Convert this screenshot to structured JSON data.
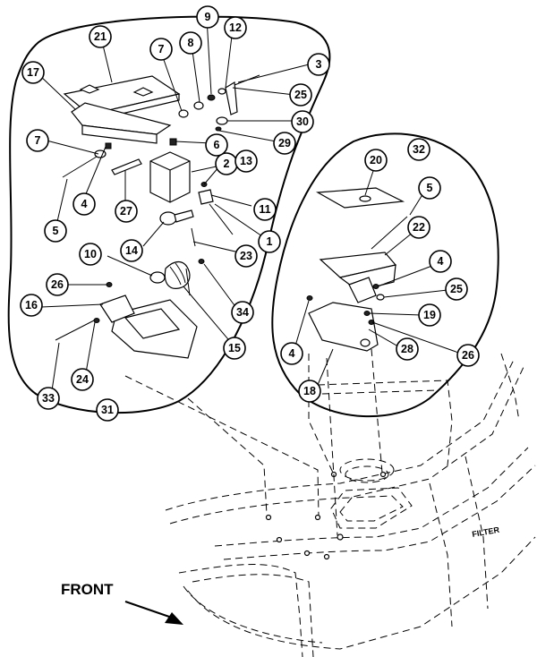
{
  "direction_label": "FRONT",
  "vehicle_label": "FILTER",
  "callouts": [
    {
      "id": "c1",
      "label": "1"
    },
    {
      "id": "c2",
      "label": "2"
    },
    {
      "id": "c3",
      "label": "3"
    },
    {
      "id": "c4a",
      "label": "4"
    },
    {
      "id": "c4b",
      "label": "4"
    },
    {
      "id": "c4c",
      "label": "4"
    },
    {
      "id": "c5a",
      "label": "5"
    },
    {
      "id": "c5b",
      "label": "5"
    },
    {
      "id": "c6",
      "label": "6"
    },
    {
      "id": "c7a",
      "label": "7"
    },
    {
      "id": "c7b",
      "label": "7"
    },
    {
      "id": "c8",
      "label": "8"
    },
    {
      "id": "c9",
      "label": "9"
    },
    {
      "id": "c10",
      "label": "10"
    },
    {
      "id": "c11",
      "label": "11"
    },
    {
      "id": "c12",
      "label": "12"
    },
    {
      "id": "c13",
      "label": "13"
    },
    {
      "id": "c14",
      "label": "14"
    },
    {
      "id": "c15",
      "label": "15"
    },
    {
      "id": "c16",
      "label": "16"
    },
    {
      "id": "c17",
      "label": "17"
    },
    {
      "id": "c18",
      "label": "18"
    },
    {
      "id": "c19",
      "label": "19"
    },
    {
      "id": "c20",
      "label": "20"
    },
    {
      "id": "c21",
      "label": "21"
    },
    {
      "id": "c22",
      "label": "22"
    },
    {
      "id": "c23",
      "label": "23"
    },
    {
      "id": "c24",
      "label": "24"
    },
    {
      "id": "c25a",
      "label": "25"
    },
    {
      "id": "c25b",
      "label": "25"
    },
    {
      "id": "c26a",
      "label": "26"
    },
    {
      "id": "c26b",
      "label": "26"
    },
    {
      "id": "c27",
      "label": "27"
    },
    {
      "id": "c28",
      "label": "28"
    },
    {
      "id": "c29",
      "label": "29"
    },
    {
      "id": "c30",
      "label": "30"
    },
    {
      "id": "c31",
      "label": "31"
    },
    {
      "id": "c32",
      "label": "32"
    },
    {
      "id": "c33",
      "label": "33"
    },
    {
      "id": "c34",
      "label": "34"
    }
  ]
}
